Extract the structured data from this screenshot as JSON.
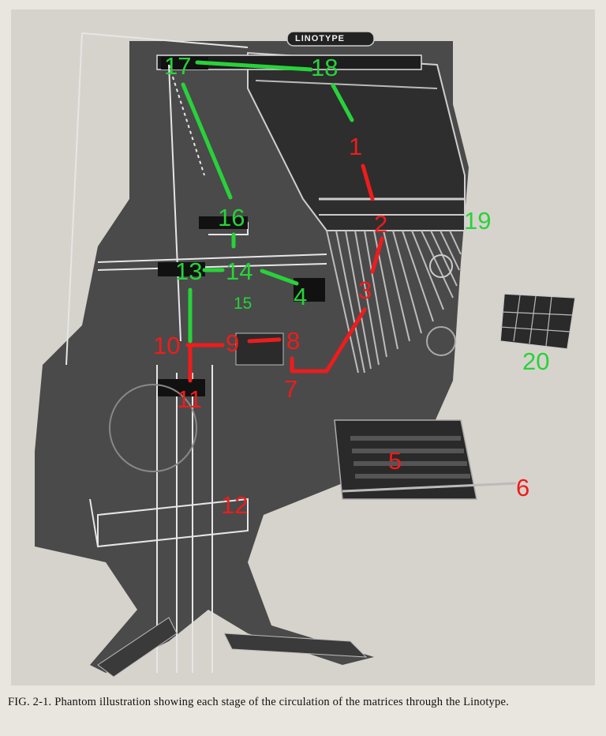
{
  "figure": {
    "brand_plate": "LINOTYPE",
    "caption_prefix": "FIG. 2-1.",
    "caption_text": "Phantom illustration showing each stage of the circulation of the matrices through the Linotype.",
    "colors": {
      "red_path": "#ee1c1c",
      "green_path": "#28d23a",
      "machine": "#3a3a3a",
      "paper": "#d8d5ce"
    },
    "labels": [
      {
        "id": "1",
        "text": "1",
        "color": "red"
      },
      {
        "id": "2",
        "text": "2",
        "color": "red"
      },
      {
        "id": "3",
        "text": "3",
        "color": "red"
      },
      {
        "id": "4",
        "text": "4",
        "color": "green"
      },
      {
        "id": "5",
        "text": "5",
        "color": "red"
      },
      {
        "id": "6",
        "text": "6",
        "color": "red"
      },
      {
        "id": "7",
        "text": "7",
        "color": "red"
      },
      {
        "id": "8",
        "text": "8",
        "color": "red"
      },
      {
        "id": "9",
        "text": "9",
        "color": "red"
      },
      {
        "id": "10",
        "text": "10",
        "color": "red"
      },
      {
        "id": "11",
        "text": "11",
        "color": "red"
      },
      {
        "id": "12",
        "text": "12",
        "color": "red"
      },
      {
        "id": "13",
        "text": "13",
        "color": "green"
      },
      {
        "id": "14",
        "text": "14",
        "color": "green"
      },
      {
        "id": "15",
        "text": "15",
        "color": "green"
      },
      {
        "id": "16",
        "text": "16",
        "color": "green"
      },
      {
        "id": "17",
        "text": "17",
        "color": "green"
      },
      {
        "id": "18",
        "text": "18",
        "color": "green"
      },
      {
        "id": "19",
        "text": "19",
        "color": "green"
      },
      {
        "id": "20",
        "text": "20",
        "color": "green"
      }
    ]
  }
}
